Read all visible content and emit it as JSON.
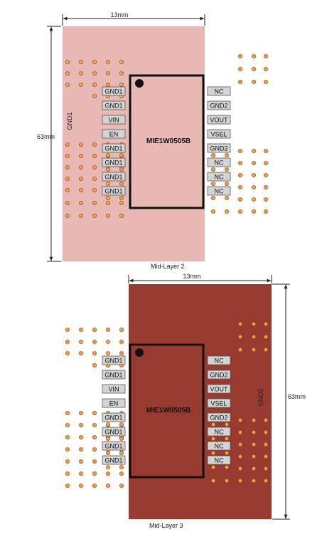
{
  "layers": [
    {
      "id": "mid-layer-2",
      "caption": "Mid-Layer 2",
      "board_color": "#e8b8b5",
      "width_label": "13mm",
      "height_label": "63mm",
      "plane_label": "GND1",
      "chip_label": "MIE1W0505B",
      "left_pins": [
        "GND1",
        "GND1",
        "VIN",
        "EN",
        "GND1",
        "GND1",
        "GND1",
        "GND1"
      ],
      "right_pins": [
        "NC",
        "GND2",
        "VOUT",
        "VSEL",
        "GND2",
        "NC",
        "NC",
        "NC"
      ]
    },
    {
      "id": "mid-layer-3",
      "caption": "Mid-Layer 3",
      "board_color": "#993a30",
      "width_label": "13mm",
      "height_label": "63mm",
      "plane_label": "GND2",
      "chip_label": "MIE1W0505B",
      "left_pins": [
        "GND1",
        "GND1",
        "VIN",
        "EN",
        "GND1",
        "GND1",
        "GND1",
        "GND1"
      ],
      "right_pins": [
        "NC",
        "GND2",
        "VOUT",
        "VSEL",
        "GND2",
        "NC",
        "NC",
        "NC"
      ]
    }
  ],
  "colors": {
    "via_fill": "#f0a050",
    "via_stroke": "#a05a18",
    "pin_fill": "#d4d4d4",
    "chip_stroke": "#111111"
  }
}
